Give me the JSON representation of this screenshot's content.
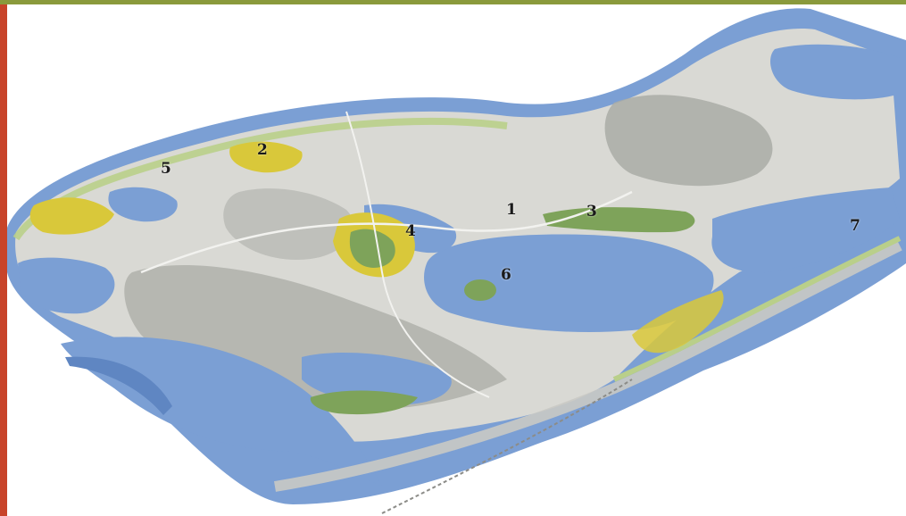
{
  "colors": {
    "top_bar": "#8a9a3c",
    "left_bar": "#c8442a",
    "water": "#7b9fd4",
    "water_dark": "#5f86c2",
    "land": "#d9d9d4",
    "land_dark": "#a9aba6",
    "vegetation": "#d9c83a",
    "vegetation_green": "#7ea35a",
    "riverbank": "#b9cf8a"
  },
  "markers": [
    {
      "id": "1",
      "label": "1"
    },
    {
      "id": "2",
      "label": "2"
    },
    {
      "id": "3",
      "label": "3"
    },
    {
      "id": "4",
      "label": "4"
    },
    {
      "id": "5",
      "label": "5"
    },
    {
      "id": "6",
      "label": "6"
    },
    {
      "id": "7",
      "label": "7"
    }
  ]
}
